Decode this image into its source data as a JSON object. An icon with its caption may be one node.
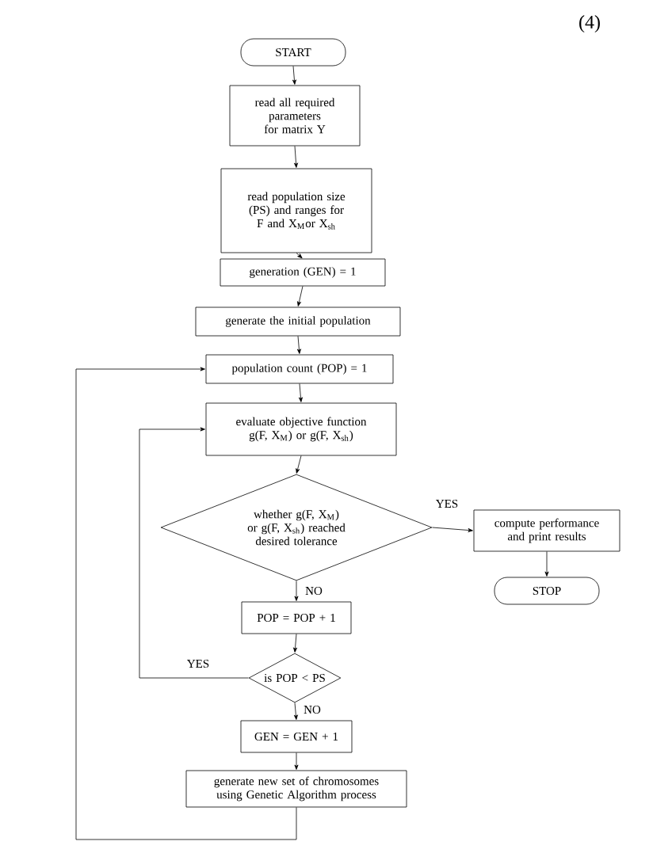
{
  "diagram": {
    "nodes": [
      {
        "text": [
          "START"
        ]
      },
      {
        "text": [
          "read all required parameters for matrix Y"
        ]
      },
      {
        "text": [
          "read population size (PS) and ranges for F and X$_{M}$or X$_{sh}$"
        ]
      },
      {
        "text": [
          "generation (GEN) = 1"
        ]
      },
      {
        "text": [
          "generate the initial population"
        ]
      },
      {
        "text": [
          "population count (POP) = 1"
        ]
      },
      {
        "text": [
          "evaluate objective function g(F, X$_{M}$) or g(F, X$_{sh}$)"
        ]
      },
      {
        "text": [
          "whether g(F, X$_{M}$) or g(F, X$_{sh}$) reached desired tolerance"
        ]
      },
      {
        "text": [
          "compute performance and print results"
        ]
      },
      {
        "text": [
          "STOP"
        ]
      },
      {
        "text": [
          "POP = POP + 1"
        ]
      },
      {
        "text": [
          "is POP < PS"
        ]
      },
      {
        "text": [
          "GEN = GEN + 1"
        ]
      },
      {
        "text": [
          "generate new set of chromosomes using Genetic Algorithm process"
        ]
      }
    ],
    "edges": [
      {
        "from": 0,
        "to": 1,
        "arrow": "to"
      },
      {
        "from": 1,
        "to": 2,
        "arrow": "to"
      },
      {
        "from": 2,
        "to": 3,
        "arrow": "to"
      },
      {
        "from": 3,
        "to": 4,
        "arrow": "to"
      },
      {
        "from": 4,
        "to": 5,
        "arrow": "to"
      },
      {
        "from": 5,
        "to": 6,
        "arrow": "to"
      },
      {
        "from": 6,
        "to": 7,
        "arrow": "to"
      },
      {
        "from": 7,
        "to": 8,
        "arrow": "to",
        "label": "YES"
      },
      {
        "from": 8,
        "to": 9,
        "arrow": "to"
      },
      {
        "from": 7,
        "to": 10,
        "arrow": "to",
        "label": "NO"
      },
      {
        "from": 10,
        "to": 11,
        "arrow": "to"
      },
      {
        "from": 11,
        "to": 6,
        "arrow": "to",
        "label": "YES"
      },
      {
        "from": 11,
        "to": 12,
        "arrow": "to",
        "label": "NO"
      },
      {
        "from": 12,
        "to": 13,
        "arrow": "to"
      },
      {
        "from": 13,
        "to": 5,
        "arrow": "to"
      }
    ],
    "labels": [
      "(4)"
    ]
  }
}
